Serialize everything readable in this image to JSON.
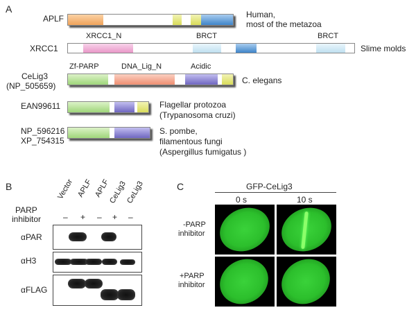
{
  "panel_labels": {
    "a": "A",
    "b": "B",
    "c": "C"
  },
  "domain_diagram": {
    "proteins": {
      "aplf": {
        "name": "APLF",
        "organism": "Human,",
        "organism2": "most of the metazoa"
      },
      "xrcc1": {
        "name": "XRCC1",
        "organism": "Slime molds",
        "domain1": "XRCC1_N",
        "domain2": "BRCT",
        "domain3": "BRCT"
      },
      "celig3": {
        "name": "CeLig3",
        "accession": "(NP_505659)",
        "organism": "C. elegans",
        "domain1": "Zf-PARP",
        "domain2": "DNA_Lig_N",
        "domain3": "Acidic"
      },
      "ean": {
        "name": "EAN99611",
        "organism": "Flagellar protozoa",
        "organism2": "(Trypanosoma cruzi)"
      },
      "np": {
        "name": "NP_596216",
        "name2": "XP_754315",
        "organism": "S. pombe,",
        "organism2": "filamentous fungi",
        "organism3": "(Aspergillus fumigatus )"
      }
    },
    "colors": {
      "orange": "#f0a35a",
      "yellow": "#d9dc5a",
      "blue": "#3f85c9",
      "pink": "#e998c8",
      "light_blue": "#bfe0f0",
      "green": "#9fd67a",
      "red": "#ef8f72",
      "purple": "#6f66c0"
    }
  },
  "western": {
    "lanes": [
      "Vector",
      "APLF",
      "APLF",
      "CeLig3",
      "CeLig3"
    ],
    "parp_label": "PARP",
    "inhibitor_label": "inhibitor",
    "inhibitor_signs": [
      "–",
      "+",
      "–",
      "+",
      "–"
    ],
    "rows": [
      "αPAR",
      "αH3",
      "αFLAG"
    ]
  },
  "imaging": {
    "title": "GFP-CeLig3",
    "times": [
      "0 s",
      "10 s"
    ],
    "rows": [
      {
        "label1": "-PARP",
        "label2": "inhibitor"
      },
      {
        "label1": "+PARP",
        "label2": "inhibitor"
      }
    ]
  }
}
